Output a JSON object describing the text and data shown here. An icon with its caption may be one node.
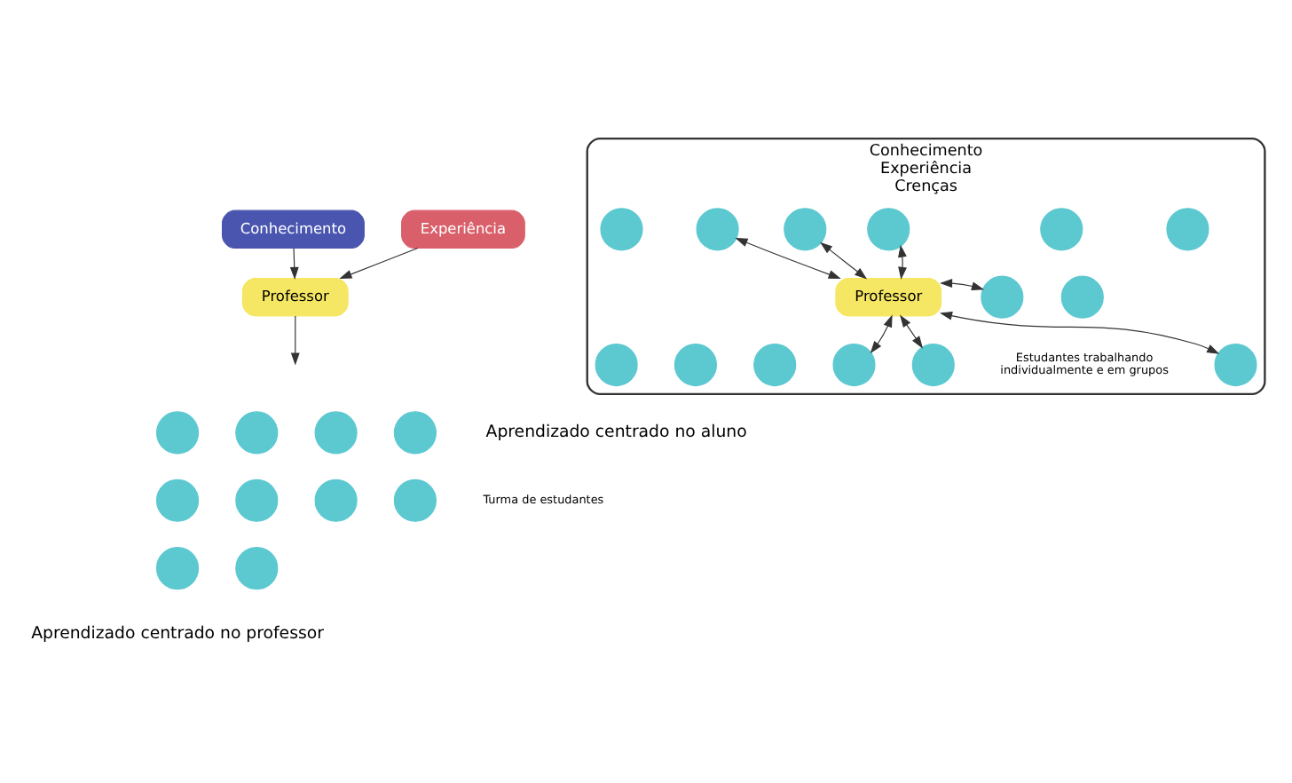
{
  "diagram": {
    "nodes": [
      {
        "text": [
          "Conhecimento"
        ]
      },
      {
        "text": [
          "Experiência"
        ]
      },
      {
        "text": [
          "Professor"
        ]
      },
      {
        "text": [],
        "shape": "circle"
      },
      {
        "text": [],
        "shape": "circle"
      },
      {
        "text": [],
        "shape": "circle"
      },
      {
        "text": [],
        "shape": "circle"
      },
      {
        "text": [],
        "shape": "circle"
      },
      {
        "text": [],
        "shape": "circle"
      },
      {
        "text": [],
        "shape": "circle"
      },
      {
        "text": [],
        "shape": "circle"
      },
      {
        "text": [],
        "shape": "circle"
      },
      {
        "text": [],
        "shape": "circle"
      },
      {
        "text": [
          "Conhecimento",
          "Experiência",
          "Crenças"
        ]
      },
      {
        "text": [
          "Professor"
        ],
        "in": 13
      },
      {
        "text": [],
        "shape": "circle",
        "in": 13
      },
      {
        "text": [],
        "shape": "circle",
        "in": 13
      },
      {
        "text": [],
        "shape": "circle",
        "in": 13
      },
      {
        "text": [],
        "shape": "circle",
        "in": 13
      },
      {
        "text": [],
        "shape": "circle",
        "in": 13
      },
      {
        "text": [],
        "shape": "circle",
        "in": 13
      },
      {
        "text": [],
        "shape": "circle",
        "in": 13
      },
      {
        "text": [],
        "shape": "circle",
        "in": 13
      },
      {
        "text": [],
        "shape": "circle",
        "in": 13
      },
      {
        "text": [],
        "shape": "circle",
        "in": 13
      },
      {
        "text": [],
        "shape": "circle",
        "in": 13
      },
      {
        "text": [],
        "shape": "circle",
        "in": 13
      },
      {
        "text": [],
        "shape": "circle",
        "in": 13
      },
      {
        "text": [],
        "shape": "circle",
        "in": 13
      }
    ],
    "edges": [
      {
        "from": 0,
        "to": 2,
        "arrow": "to"
      },
      {
        "from": 1,
        "to": 2,
        "arrow": "to"
      },
      {
        "from": 2,
        "to": null,
        "arrow": "to"
      },
      {
        "from": 14,
        "to": 17,
        "arrow": "both"
      },
      {
        "from": 14,
        "to": 18,
        "arrow": "both"
      },
      {
        "from": 14,
        "to": 19,
        "arrow": "both"
      },
      {
        "from": 14,
        "to": 21,
        "arrow": "both"
      },
      {
        "from": 14,
        "to": 23,
        "arrow": "both"
      },
      {
        "from": 14,
        "to": 26,
        "arrow": "both"
      },
      {
        "from": 14,
        "to": 27,
        "arrow": "both"
      }
    ],
    "labels": [
      "Turma de estudantes",
      "Estudantes trabalhando individualmente e em grupos",
      "Aprendizado centrado no professor",
      "Aprendizado centrado no aluno"
    ]
  }
}
